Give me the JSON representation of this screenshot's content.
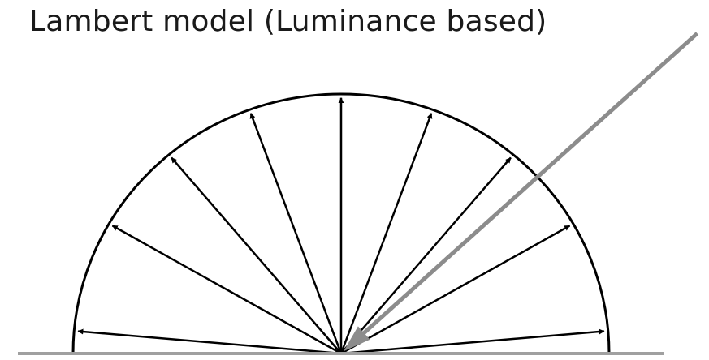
{
  "slide": {
    "title": "Lambert model (Luminance based)"
  },
  "diagram": {
    "type": "lambertian-reflection",
    "reflected_ray_angles_deg": [
      5,
      30,
      50,
      70,
      90,
      110,
      130,
      150,
      175
    ],
    "incident_ray_angle_deg": 42,
    "colors": {
      "outline": "#000000",
      "incident_ray": "#8c8c8c",
      "surface": "#a0a0a0"
    }
  }
}
